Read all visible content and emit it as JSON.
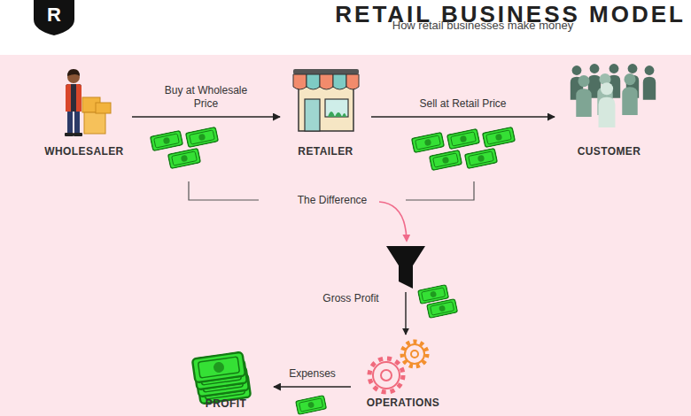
{
  "diagram": {
    "title": "RETAIL BUSINESS MODEL",
    "nodes": [
      {
        "text": [
          "WHOLESALER"
        ]
      },
      {
        "text": [
          "RETAILER"
        ]
      },
      {
        "text": [
          "CUSTOMER"
        ]
      },
      {
        "text": [
          "OPERATIONS"
        ]
      },
      {
        "text": [
          "PROFIT"
        ]
      }
    ],
    "edges": [
      {
        "from": 0,
        "to": 1,
        "label": "Buy at Wholesale Price",
        "arrow": "to"
      },
      {
        "from": 1,
        "to": 2,
        "label": "Sell at Retail Price",
        "arrow": "to"
      },
      {
        "from": 3,
        "to": 4,
        "label": "Expenses",
        "arrow": "to"
      }
    ],
    "labels": [
      "R",
      "How retail businesses make money",
      "The Difference",
      "Gross Profit"
    ]
  }
}
